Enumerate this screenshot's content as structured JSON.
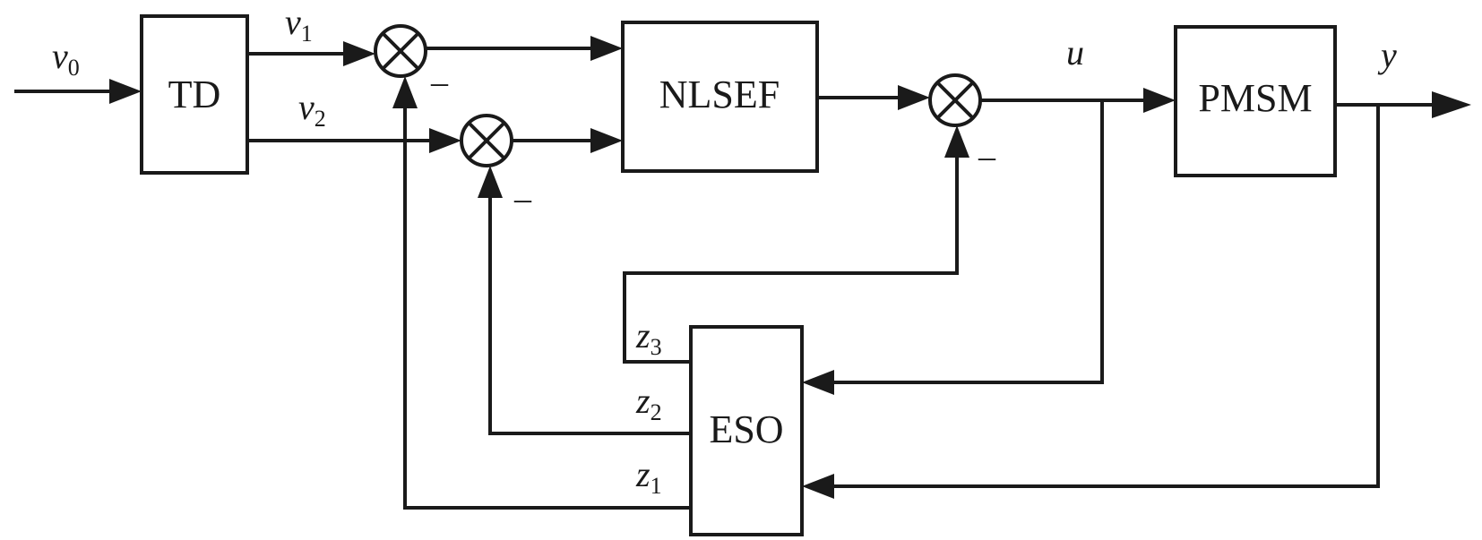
{
  "blocks": {
    "td": "TD",
    "nlsef": "NLSEF",
    "pmsm": "PMSM",
    "eso": "ESO"
  },
  "signals": {
    "v0": {
      "symbol": "v",
      "sub": "0"
    },
    "v1": {
      "symbol": "v",
      "sub": "1"
    },
    "v2": {
      "symbol": "v",
      "sub": "2"
    },
    "u": {
      "symbol": "u"
    },
    "y": {
      "symbol": "y"
    },
    "z1": {
      "symbol": "z",
      "sub": "1"
    },
    "z2": {
      "symbol": "z",
      "sub": "2"
    },
    "z3": {
      "symbol": "z",
      "sub": "3"
    }
  },
  "summing_junction_sign": "–"
}
